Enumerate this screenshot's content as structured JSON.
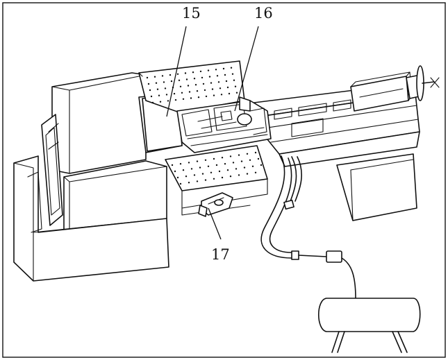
{
  "callouts": {
    "label_15": "15",
    "label_16": "16",
    "label_17": "17"
  },
  "colors": {
    "line": "#111111",
    "background": "#ffffff"
  }
}
